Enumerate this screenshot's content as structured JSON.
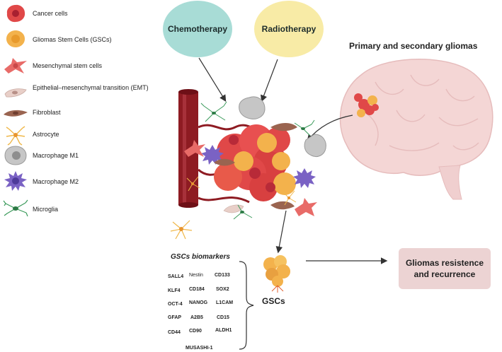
{
  "legend": [
    {
      "label": "Cancer cells",
      "icon": "cancer-cell-icon",
      "color": "#e04848"
    },
    {
      "label": "Gliomas Stem Cells (GSCs)",
      "icon": "gsc-cell-icon",
      "color": "#f3b24c"
    },
    {
      "label": "Mesenchymal stem cells",
      "icon": "mesenchymal-cell-icon",
      "color": "#e86b68"
    },
    {
      "label": "Epithelial–mesenchymal transition (EMT)",
      "icon": "emt-cell-icon",
      "color": "#e8cfc8"
    },
    {
      "label": "Fibroblast",
      "icon": "fibroblast-icon",
      "color": "#9a6450"
    },
    {
      "label": "Astrocyte",
      "icon": "astrocyte-icon",
      "color": "#f0b84a"
    },
    {
      "label": "Macrophage M1",
      "icon": "macrophage-m1-icon",
      "color": "#b9b9b9"
    },
    {
      "label": "Macrophage M2",
      "icon": "macrophage-m2-icon",
      "color": "#7a62c4"
    },
    {
      "label": "Microglia",
      "icon": "microglia-icon",
      "color": "#3a9a5a"
    }
  ],
  "therapies": {
    "chemotherapy": {
      "label": "Chemotherapy",
      "color": "#a8dcd6"
    },
    "radiotherapy": {
      "label": "Radiotherapy",
      "color": "#f8eba6"
    }
  },
  "brain_title": "Primary and secondary gliomas",
  "biomarkers": {
    "title": "GSCs biomarkers",
    "rows": [
      [
        "SALL4",
        "Nestin",
        "CD133"
      ],
      [
        "KLF4",
        "CD184",
        "SOX2"
      ],
      [
        "OCT-4",
        "NANOG",
        "L1CAM"
      ],
      [
        "GFAP",
        "A2B5",
        "CD15"
      ],
      [
        "CD44",
        "CD90",
        "ALDH1"
      ]
    ],
    "last": "MUSASHI-1"
  },
  "gscs_label": "GSCs",
  "outcome": {
    "line1": "Gliomas resistence",
    "line2": "and recurrence"
  },
  "colors": {
    "vessel": "#8e1b22",
    "brain": "#f4d6d5",
    "arrow": "#333333"
  }
}
